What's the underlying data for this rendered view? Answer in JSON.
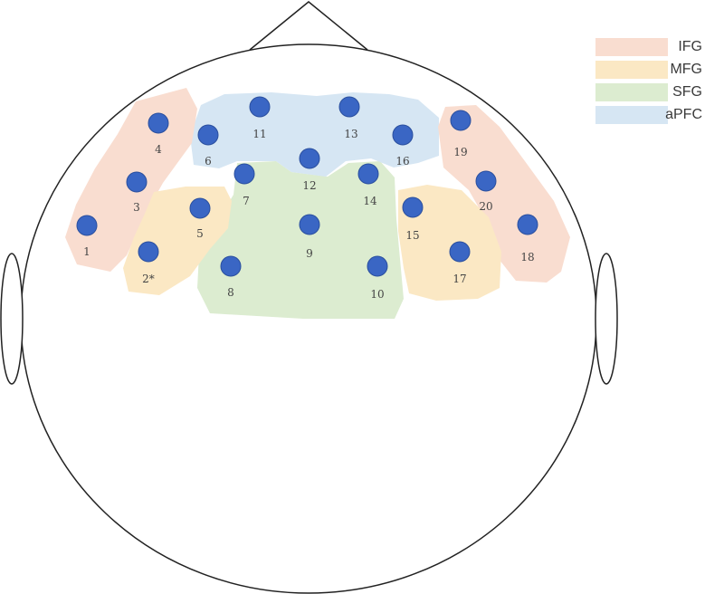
{
  "legend": [
    {
      "label": "IFG",
      "color": "#f9ddd0"
    },
    {
      "label": "MFG",
      "color": "#fbe8c4"
    },
    {
      "label": "SFG",
      "color": "#dcecd0"
    },
    {
      "label": "aPFC",
      "color": "#d6e6f3"
    }
  ],
  "channel_color": "#3a66c4",
  "channels": [
    {
      "label": "1"
    },
    {
      "label": "2*"
    },
    {
      "label": "3"
    },
    {
      "label": "4"
    },
    {
      "label": "5"
    },
    {
      "label": "6"
    },
    {
      "label": "7"
    },
    {
      "label": "8"
    },
    {
      "label": "9"
    },
    {
      "label": "10"
    },
    {
      "label": "11"
    },
    {
      "label": "12"
    },
    {
      "label": "13"
    },
    {
      "label": "14"
    },
    {
      "label": "15"
    },
    {
      "label": "16"
    },
    {
      "label": "17"
    },
    {
      "label": "18"
    },
    {
      "label": "19"
    },
    {
      "label": "20"
    }
  ]
}
